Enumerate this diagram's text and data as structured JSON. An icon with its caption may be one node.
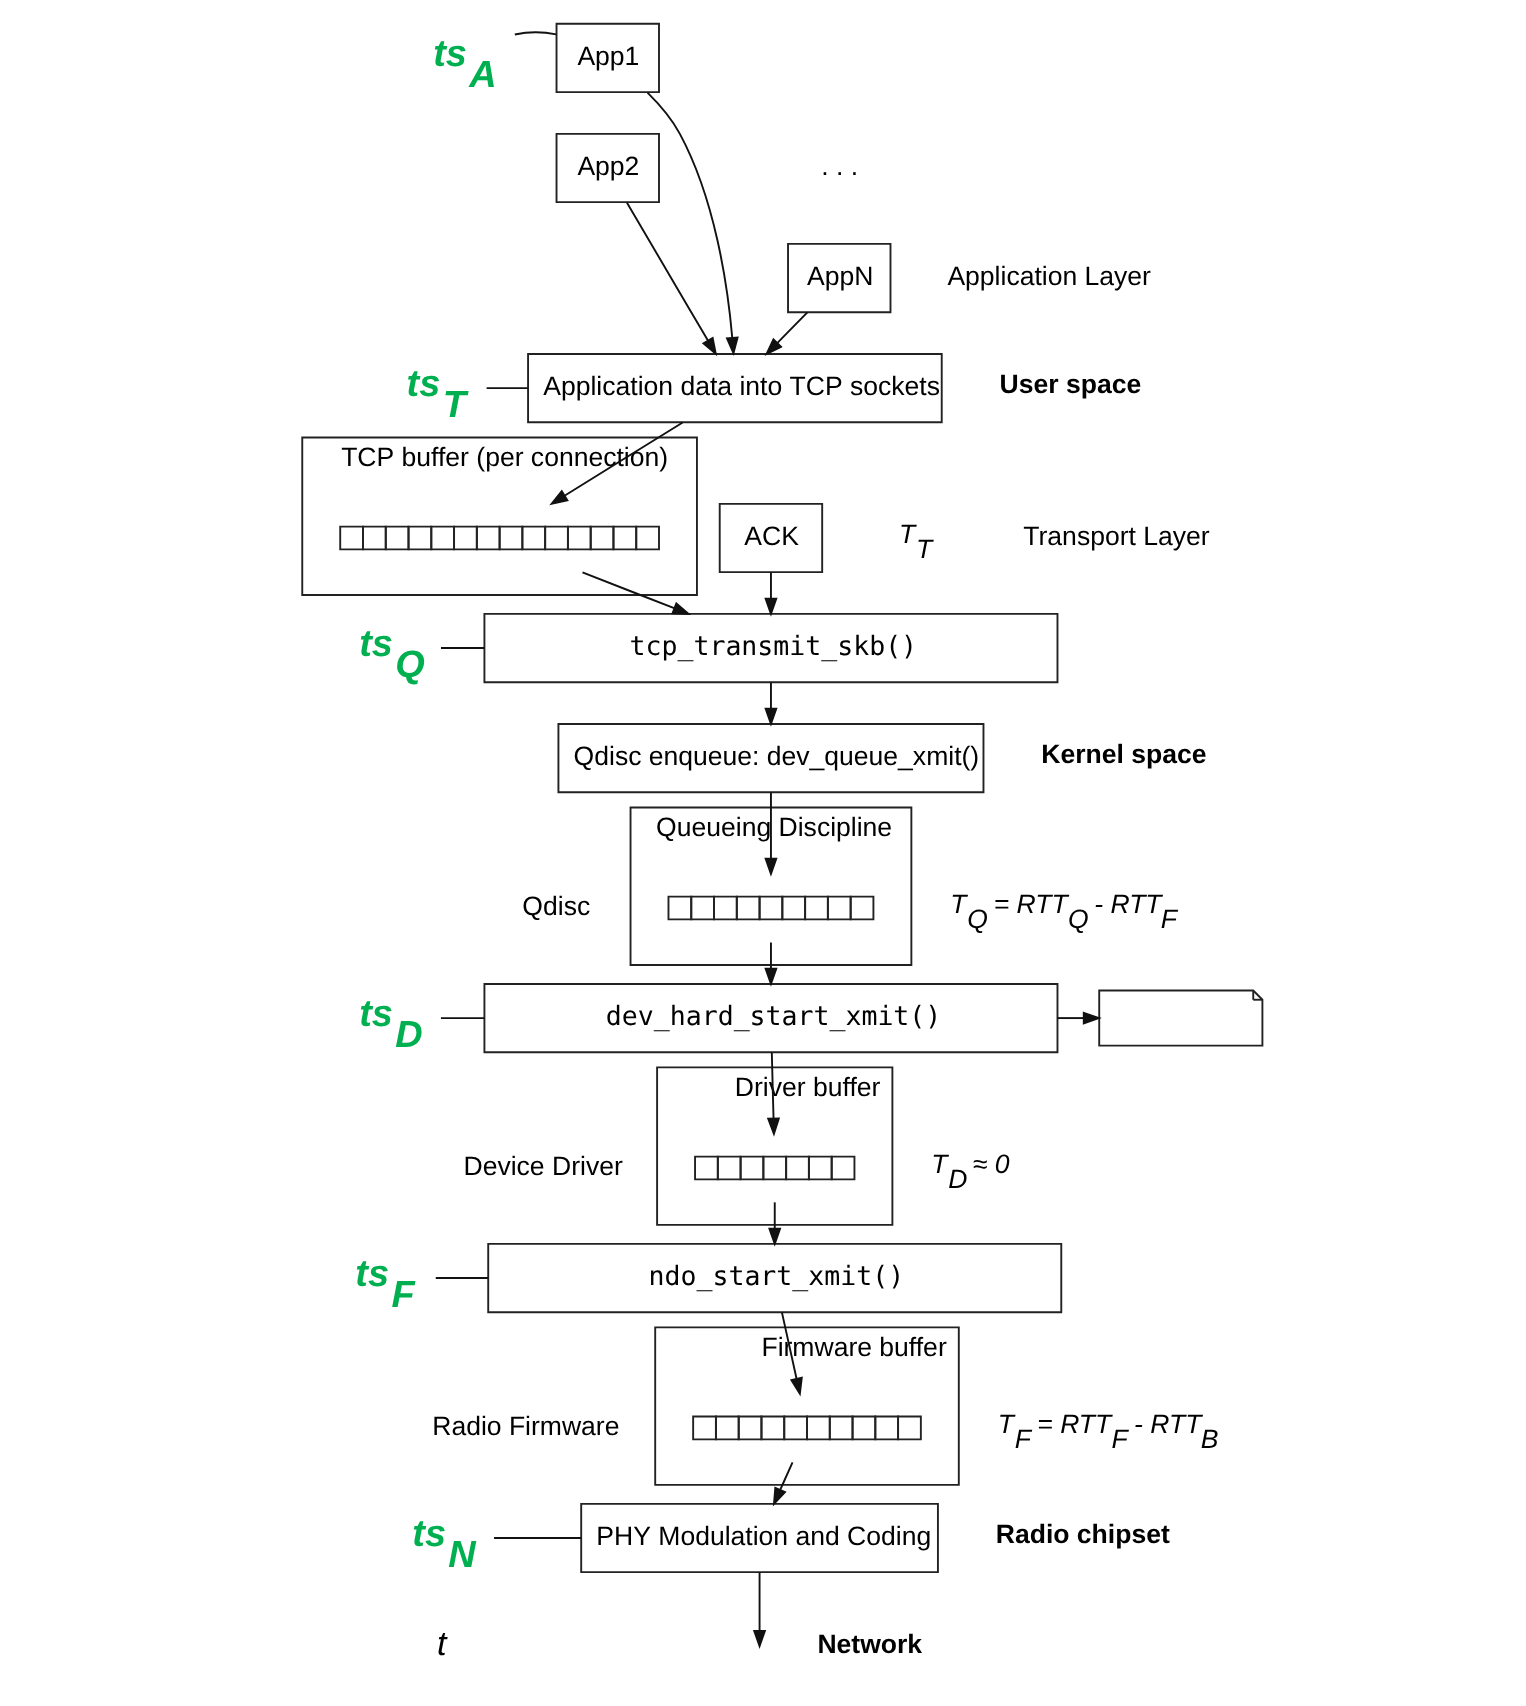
{
  "diagram": {
    "nodes": [
      {
        "text": [
          "App1"
        ]
      },
      {
        "text": [
          "App2"
        ]
      },
      {
        "text": [
          "AppN"
        ]
      },
      {
        "text": [
          "Application data into TCP sockets"
        ]
      },
      {
        "text": [
          "TCP buffer (per connection)"
        ]
      },
      {
        "text": [],
        "shape": "bar",
        "in": 4
      },
      {
        "text": [
          "ACK"
        ]
      },
      {
        "text": [
          "tcp_transmit_skb()"
        ]
      },
      {
        "text": [
          "Qdisc enqueue: dev_queue_xmit()"
        ]
      },
      {
        "text": [
          "Queueing Discipline"
        ]
      },
      {
        "text": [],
        "shape": "bar",
        "in": 9
      },
      {
        "text": [
          "dev_hard_start_xmit()"
        ]
      },
      {
        "text": [],
        "shape": "document"
      },
      {
        "text": [
          "Driver buffer"
        ]
      },
      {
        "text": [],
        "shape": "bar",
        "in": 13
      },
      {
        "text": [
          "ndo_start_xmit()"
        ]
      },
      {
        "text": [
          "Firmware buffer"
        ]
      },
      {
        "text": [],
        "shape": "bar",
        "in": 16
      },
      {
        "text": [
          "PHY Modulation and Coding"
        ]
      },
      {
        "text": [
          "ts$_{A}$"
        ]
      },
      {
        "text": [
          "ts$_{T}$"
        ]
      },
      {
        "text": [
          "ts$_{Q}$"
        ]
      },
      {
        "text": [
          "ts$_{D}$"
        ]
      },
      {
        "text": [
          "ts$_{F}$"
        ]
      },
      {
        "text": [
          "ts$_{N}$"
        ]
      }
    ],
    "edges": [
      {
        "from": 0,
        "to": 3,
        "arrow": "to"
      },
      {
        "from": 1,
        "to": 3,
        "arrow": "to"
      },
      {
        "from": 2,
        "to": 3,
        "arrow": "to"
      },
      {
        "from": 3,
        "to": 5,
        "arrow": "to"
      },
      {
        "from": 5,
        "to": 7,
        "arrow": "to"
      },
      {
        "from": 6,
        "to": 7,
        "arrow": "to"
      },
      {
        "from": 7,
        "to": 8,
        "arrow": "to"
      },
      {
        "from": 8,
        "to": 10,
        "arrow": "to"
      },
      {
        "from": 10,
        "to": 11,
        "arrow": "to"
      },
      {
        "from": 11,
        "to": 12,
        "arrow": "to"
      },
      {
        "from": 11,
        "to": 14,
        "arrow": "to"
      },
      {
        "from": 14,
        "to": 15,
        "arrow": "to"
      },
      {
        "from": 15,
        "to": 17,
        "arrow": "to"
      },
      {
        "from": 17,
        "to": 18,
        "arrow": "to"
      },
      {
        "from": 18,
        "to": null,
        "arrow": "to"
      },
      {
        "from": 19,
        "to": 0,
        "arrow": "none"
      },
      {
        "from": 20,
        "to": 3,
        "arrow": "none"
      },
      {
        "from": 21,
        "to": 7,
        "arrow": "none"
      },
      {
        "from": 22,
        "to": 11,
        "arrow": "none"
      },
      {
        "from": 23,
        "to": 15,
        "arrow": "none"
      },
      {
        "from": 24,
        "to": 18,
        "arrow": "none"
      }
    ],
    "labels": [
      ". . .",
      "Application Layer",
      "User space",
      "T$_{T}$",
      "Transport Layer",
      "T$_{Q}$ = RTT$_{Q}$ - RTT$_{F}$",
      "Qdisc",
      "Kernel space",
      "T$_{D}$ ≈ 0",
      "Device Driver",
      "T$_{F}$ = RTT$_{F}$ - RTT$_{B}$",
      "Radio Firmware",
      "Radio chipset",
      "Network",
      "t"
    ]
  }
}
